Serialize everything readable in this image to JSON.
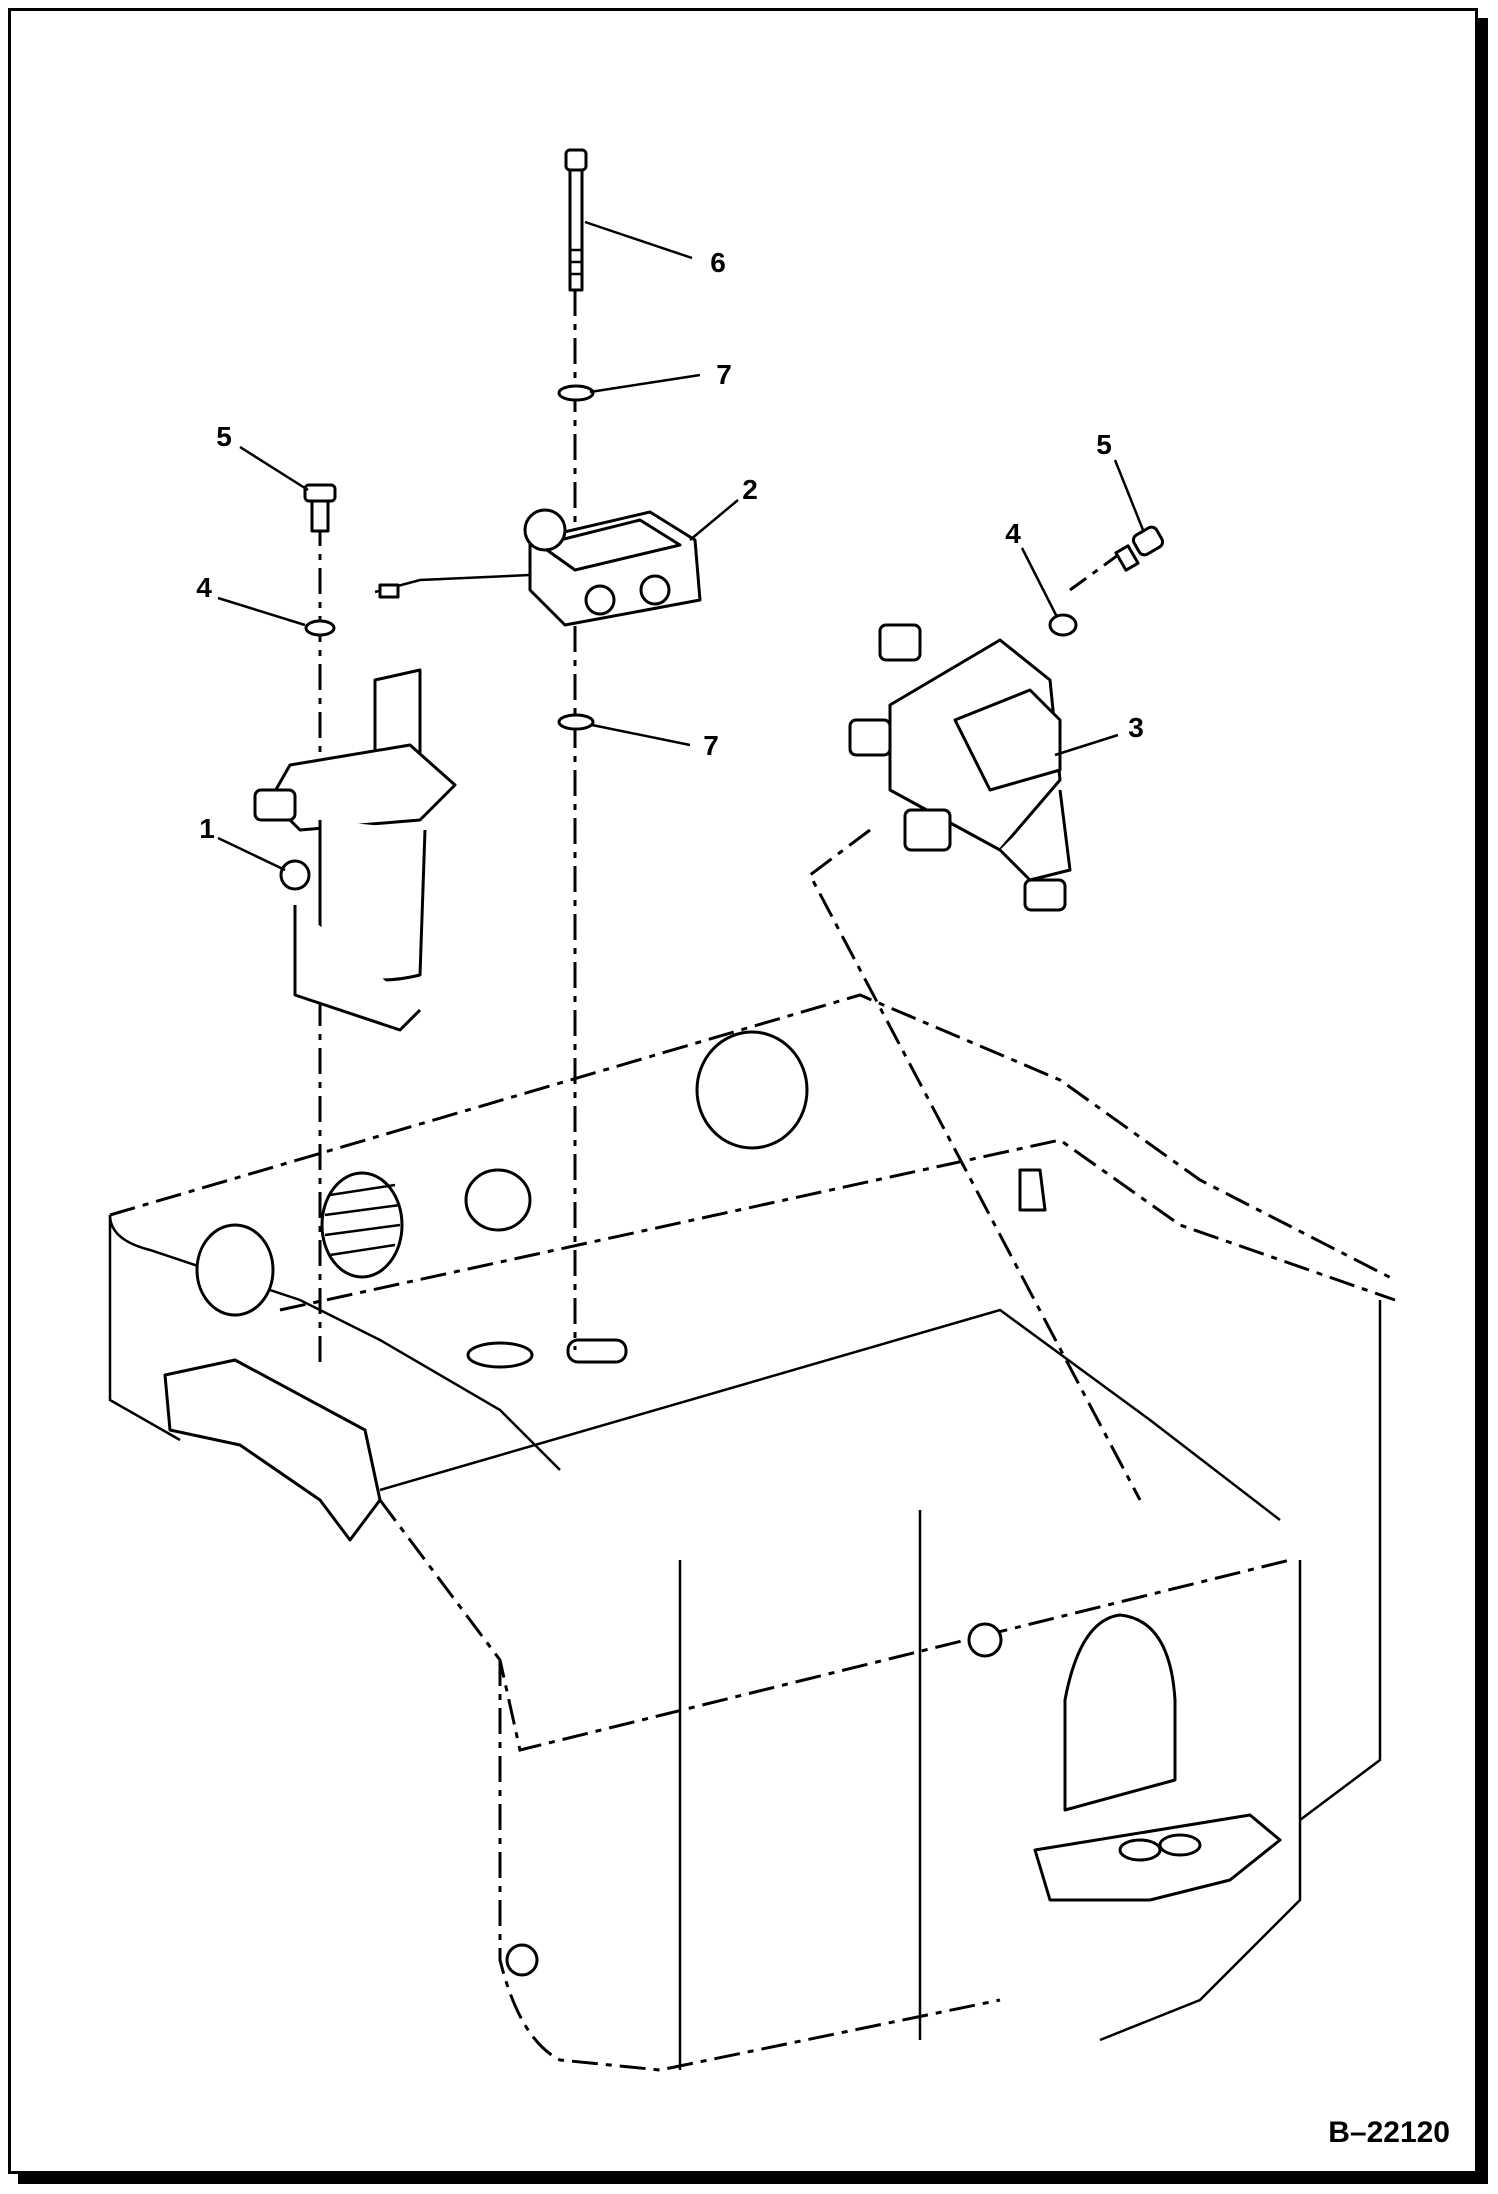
{
  "callouts": {
    "c6": "6",
    "c7_top": "7",
    "c2": "2",
    "c5_left": "5",
    "c4_left": "4",
    "c7_mid": "7",
    "c5_right": "5",
    "c4_right": "4",
    "c3": "3",
    "c1": "1"
  },
  "drawing_number": "B–22120"
}
